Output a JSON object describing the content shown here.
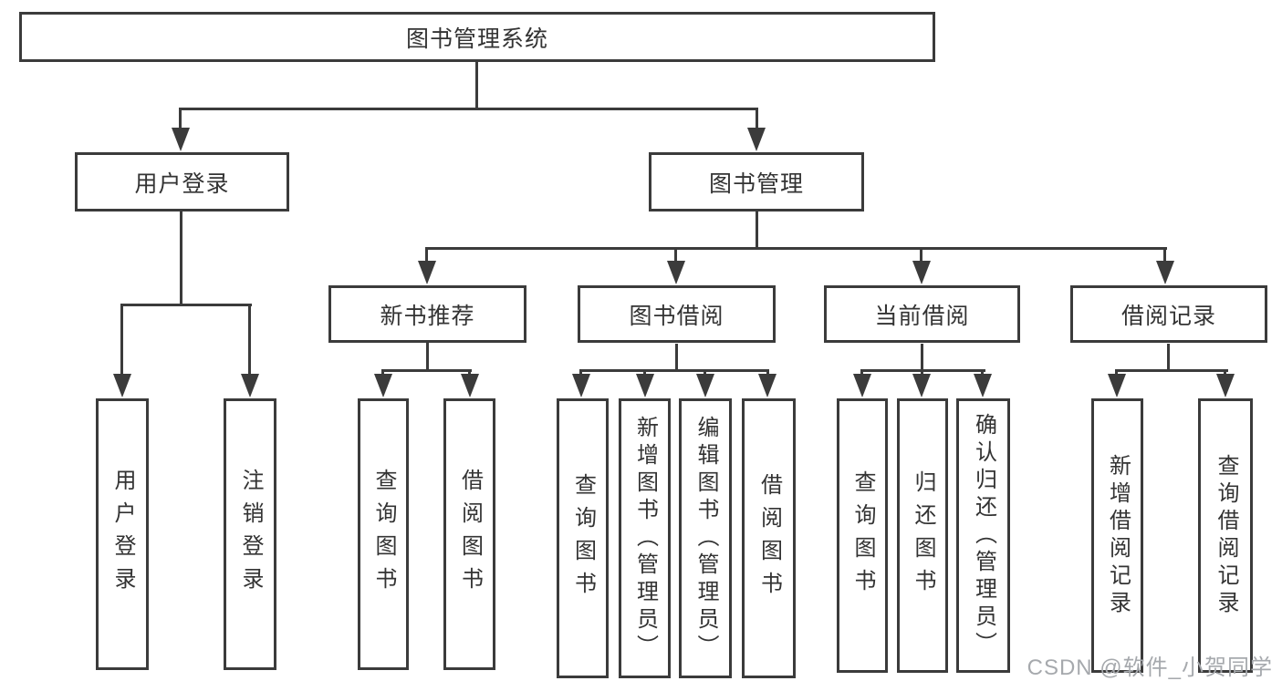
{
  "nodes": {
    "root": "图书管理系统",
    "level2": {
      "user_login": "用户登录",
      "book_management": "图书管理"
    },
    "level3": {
      "new_books": "新书推荐",
      "book_borrow": "图书借阅",
      "current_borrow": "当前借阅",
      "borrow_records": "借阅记录"
    },
    "leaves": {
      "user": [
        "用户登录",
        "注销登录"
      ],
      "new_books": [
        "查询图书",
        "借阅图书"
      ],
      "borrow": [
        "查询图书",
        "新增图书（管理员）",
        "编辑图书（管理员）",
        "借阅图书"
      ],
      "current": [
        "查询图书",
        "归还图书",
        "确认归还（管理员）"
      ],
      "records": [
        "新增借阅记录",
        "查询借阅记录"
      ]
    }
  },
  "watermark": "CSDN @软件_小贺同学",
  "colors": {
    "line": "#3b3b3b",
    "text": "#333333",
    "watermark": "#a6a9ad"
  }
}
